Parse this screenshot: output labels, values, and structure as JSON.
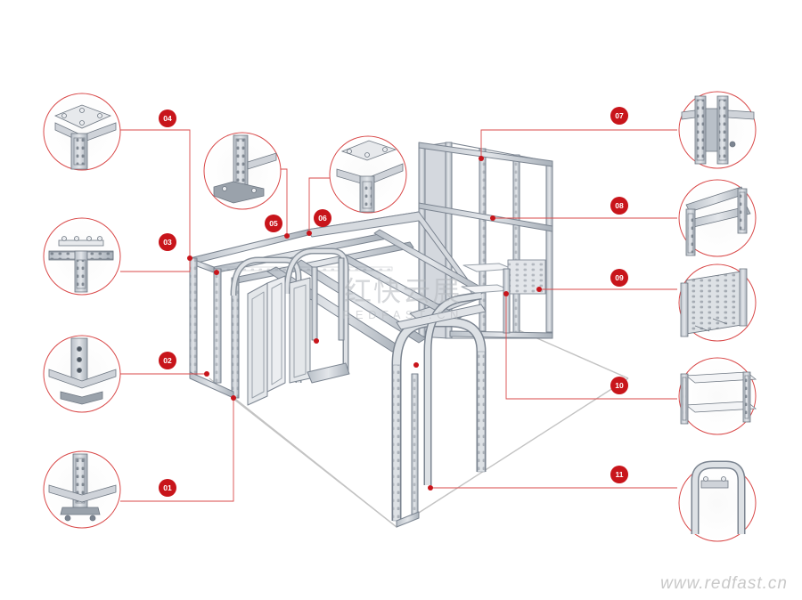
{
  "watermark": {
    "chinese": "红快云展",
    "latin": "REDFAST.CN"
  },
  "website": "www.redfast.cn",
  "colors": {
    "callout_red": "#c8151b",
    "leader_line": "#d94a4a",
    "frame_face": "#d4d8de",
    "frame_edge": "#7b8490",
    "floor_line": "#c3c3c3"
  },
  "callouts": [
    {
      "id": "01",
      "label": "01"
    },
    {
      "id": "02",
      "label": "02"
    },
    {
      "id": "03",
      "label": "03"
    },
    {
      "id": "04",
      "label": "04"
    },
    {
      "id": "05",
      "label": "05"
    },
    {
      "id": "06",
      "label": "06"
    },
    {
      "id": "07",
      "label": "07"
    },
    {
      "id": "08",
      "label": "08"
    },
    {
      "id": "09",
      "label": "09"
    },
    {
      "id": "10",
      "label": "10"
    },
    {
      "id": "11",
      "label": "11"
    }
  ]
}
